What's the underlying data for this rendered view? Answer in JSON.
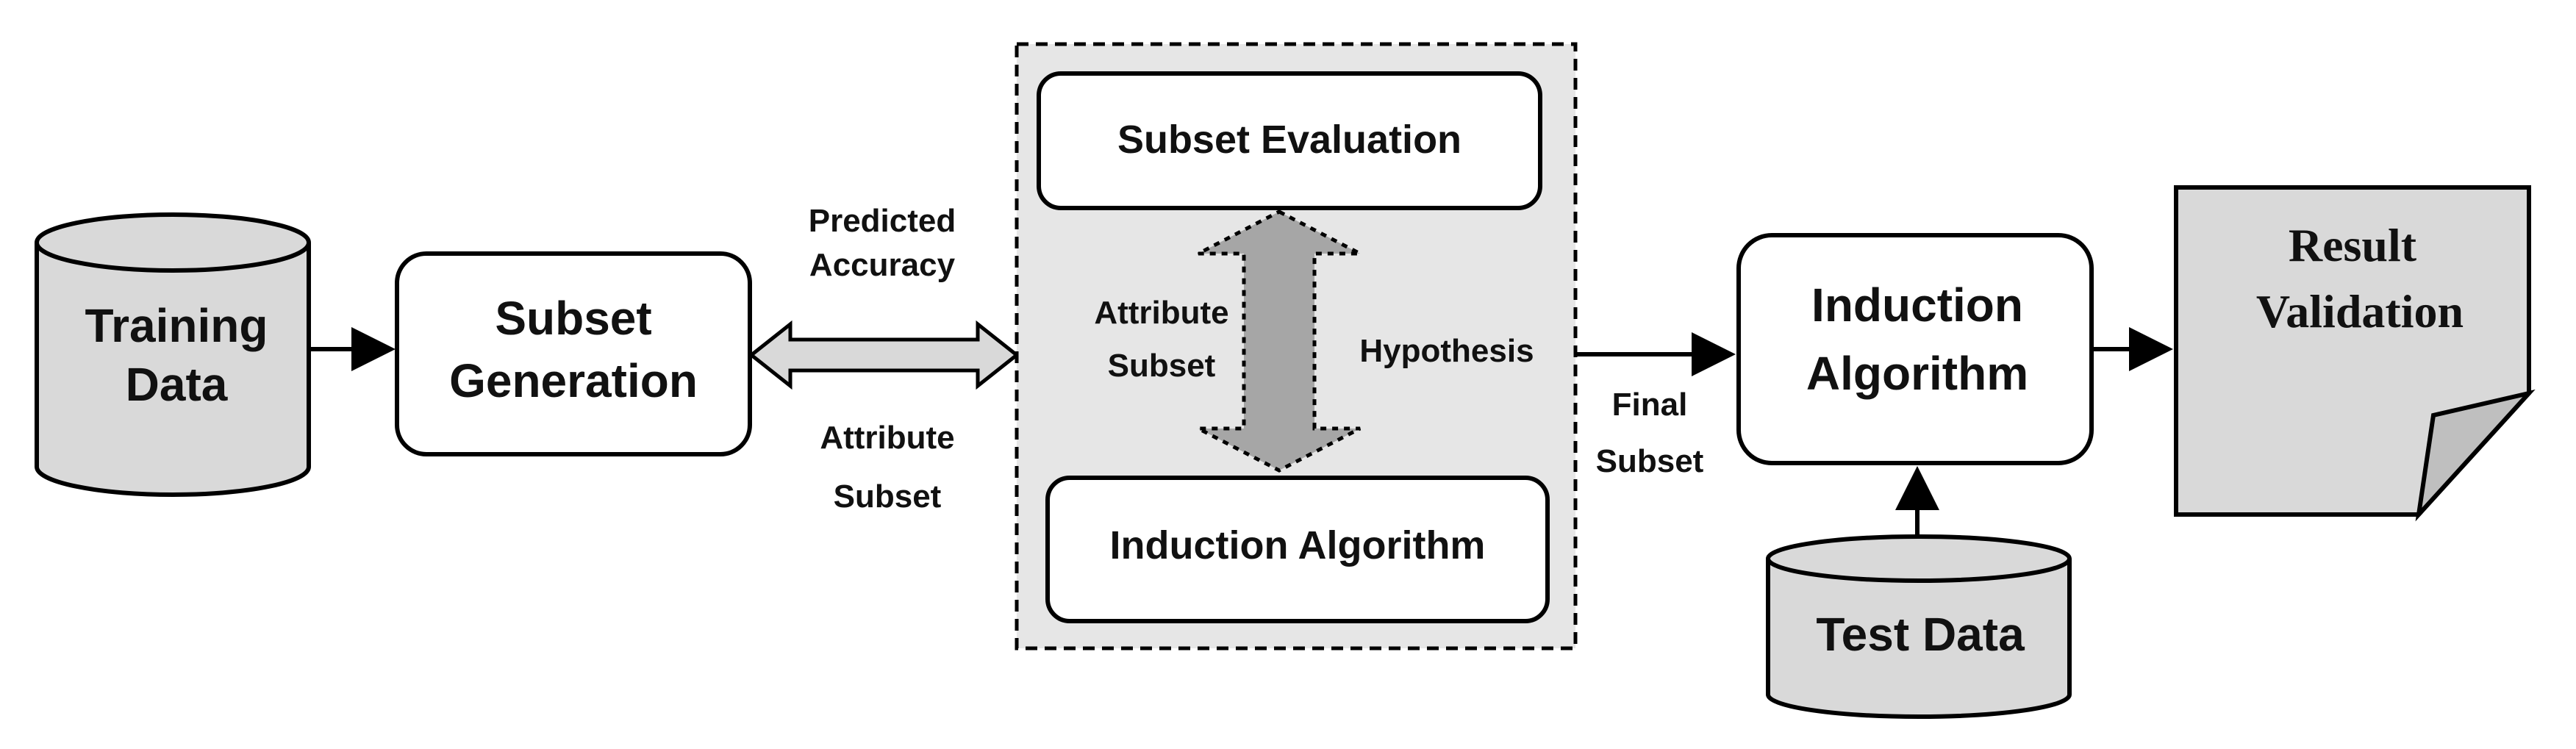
{
  "colors": {
    "shape_fill_gray": "#d9d9d9",
    "dashed_panel_fill": "#e6e6e6",
    "stroke": "#000000",
    "double_arrow_fill": "#a6a6a6"
  },
  "nodes": {
    "training_data": {
      "line1": "Training",
      "line2": "Data"
    },
    "subset_generation": {
      "line1": "Subset",
      "line2": "Generation"
    },
    "subset_evaluation": {
      "label": "Subset Evaluation"
    },
    "inner_induction_algorithm": {
      "label": "Induction Algorithm"
    },
    "induction_algorithm": {
      "line1": "Induction",
      "line2": "Algorithm"
    },
    "result_validation": {
      "line1": "Result",
      "line2": "Validation"
    },
    "test_data": {
      "label": "Test Data"
    }
  },
  "edge_labels": {
    "predicted_accuracy": {
      "line1": "Predicted",
      "line2": "Accuracy"
    },
    "attribute_subset_outer": {
      "line1": "Attribute",
      "line2": "Subset"
    },
    "attribute_subset_inner": {
      "line1": "Attribute",
      "line2": "Subset"
    },
    "hypothesis": {
      "label": "Hypothesis"
    },
    "final_subset": {
      "line1": "Final",
      "line2": "Subset"
    }
  }
}
